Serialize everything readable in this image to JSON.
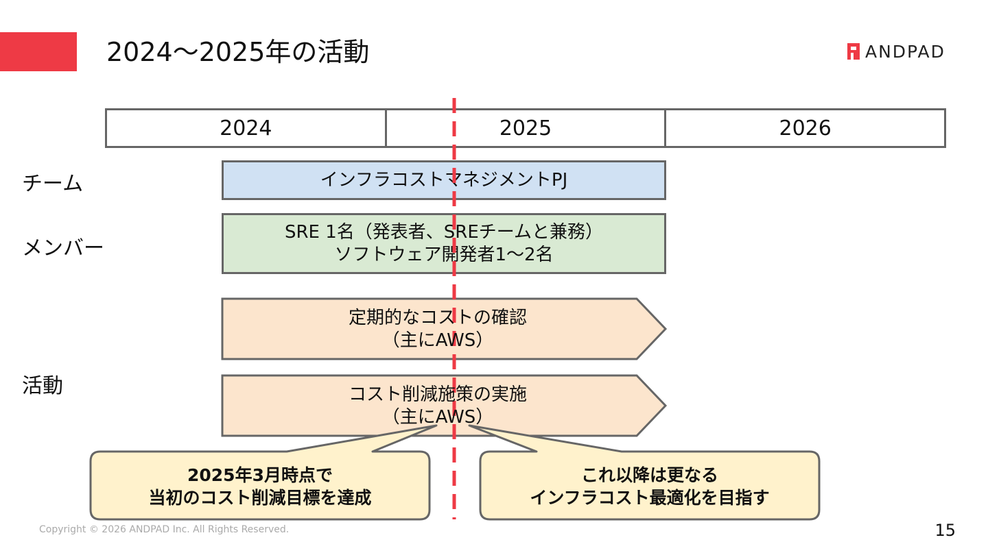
{
  "header": {
    "title": "2024〜2025年の活動",
    "logo_text": "ANDPAD",
    "accent_color": "#ee3a45"
  },
  "timeline": {
    "years": [
      "2024",
      "2025",
      "2026"
    ]
  },
  "rows": {
    "team_label": "チーム",
    "member_label": "メンバー",
    "activity_label": "活動"
  },
  "team_box": {
    "text": "インフラコストマネジメントPJ",
    "color": "#d0e1f3"
  },
  "member_box": {
    "line1": "SRE 1名（発表者、SREチームと兼務）",
    "line2": "ソフトウェア開発者1〜2名",
    "color": "#d9ead3"
  },
  "activities": [
    {
      "line1": "定期的なコストの確認",
      "line2": "（主にAWS）"
    },
    {
      "line1": "コスト削減施策の実施",
      "line2": "（主にAWS）"
    }
  ],
  "callouts": {
    "left": {
      "line1": "2025年3月時点で",
      "line2": "当初のコスト削減目標を達成"
    },
    "right": {
      "line1": "これ以降は更なる",
      "line2": "インフラコスト最適化を目指す"
    }
  },
  "footer": {
    "copyright": "Copyright © 2026 ANDPAD Inc. All Rights Reserved.",
    "page_number": "15"
  }
}
